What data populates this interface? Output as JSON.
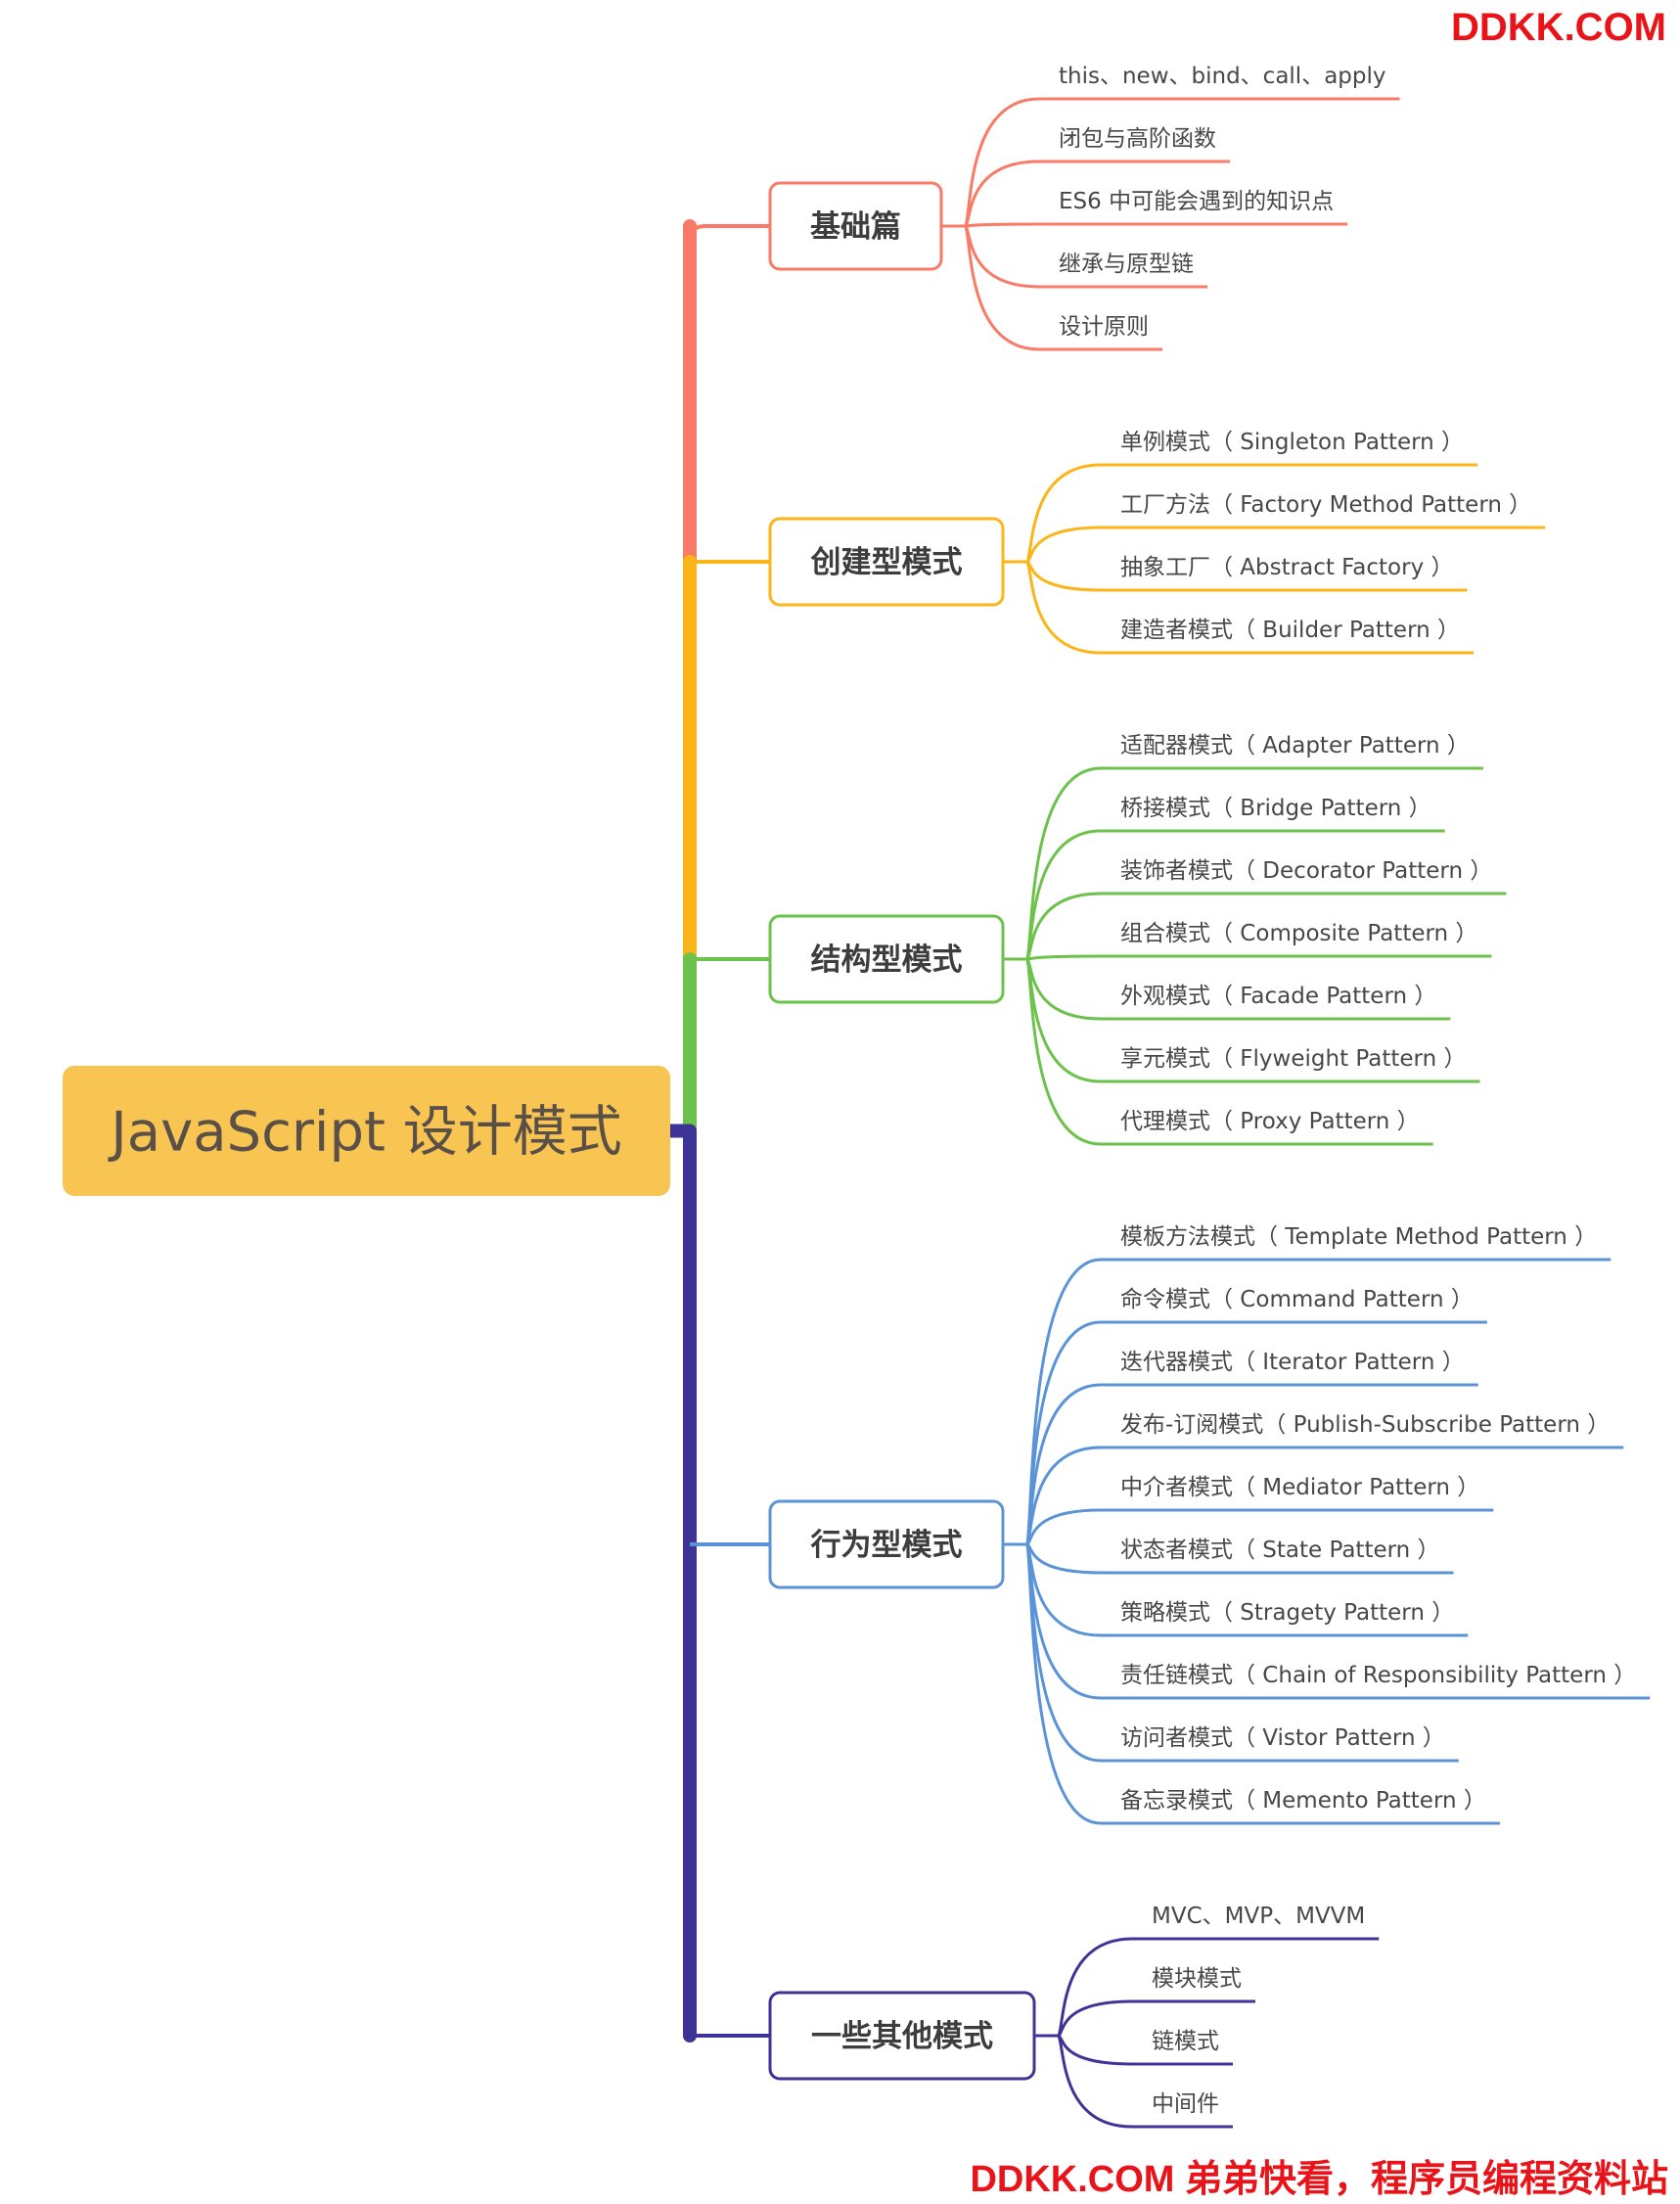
{
  "root": {
    "label": "JavaScript 设计模式",
    "color": "#f8c553"
  },
  "branches": [
    {
      "label": "基础篇",
      "color": "#f87a67",
      "items": [
        "this、new、bind、call、apply",
        "闭包与高阶函数",
        "ES6 中可能会遇到的知识点",
        "继承与原型链",
        "设计原则"
      ]
    },
    {
      "label": "创建型模式",
      "color": "#fbb518",
      "items": [
        "单例模式（ Singleton Pattern ）",
        "工厂方法（ Factory Method Pattern ）",
        "抽象工厂（ Abstract Factory ）",
        "建造者模式（ Builder Pattern ）"
      ]
    },
    {
      "label": "结构型模式",
      "color": "#6cc24a",
      "items": [
        "适配器模式（ Adapter Pattern ）",
        "桥接模式（ Bridge Pattern ）",
        "装饰者模式（ Decorator Pattern ）",
        "组合模式（ Composite Pattern ）",
        "外观模式（ Facade Pattern ）",
        "享元模式（ Flyweight Pattern ）",
        "代理模式（ Proxy Pattern ）"
      ]
    },
    {
      "label": "行为型模式",
      "color": "#5b93d9",
      "items": [
        "模板方法模式（ Template Method Pattern ）",
        "命令模式（ Command Pattern ）",
        "迭代器模式（ Iterator Pattern ）",
        "发布-订阅模式（ Publish-Subscribe Pattern ）",
        "中介者模式（ Mediator Pattern ）",
        "状态者模式（ State Pattern ）",
        "策略模式（ Stragety Pattern ）",
        "责任链模式（ Chain of Responsibility Pattern ）",
        "访问者模式（ Vistor Pattern ）",
        "备忘录模式（ Memento Pattern ）"
      ]
    },
    {
      "label": "一些其他模式",
      "color": "#3e3497",
      "items": [
        "MVC、MVP、MVVM",
        "模块模式",
        "链模式",
        "中间件"
      ]
    }
  ],
  "watermark": {
    "top": "DDKK.COM",
    "bottom": "DDKK.COM 弟弟快看，程序员编程资料站",
    "color": "#e8141a"
  }
}
